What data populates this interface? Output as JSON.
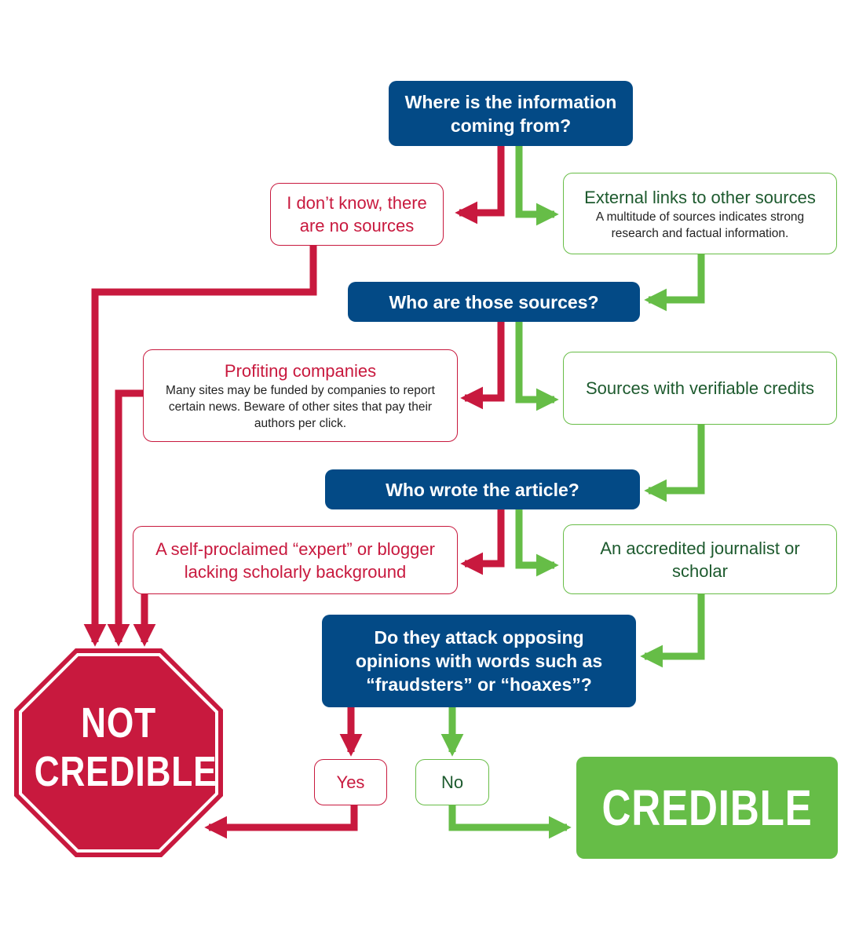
{
  "questions": {
    "q1": "Where is the information coming from?",
    "q2": "Who are those sources?",
    "q3": "Who wrote the article?",
    "q4": "Do they attack opposing opinions with words such as “fraudsters” or “hoaxes”?"
  },
  "negative": {
    "no_sources": "I don’t know, there are no sources",
    "profiting_title": "Profiting companies",
    "profiting_desc": "Many sites may be funded by companies to report certain news. Beware of other sites that pay their authors per click.",
    "self_proclaimed": "A self-proclaimed “expert” or blogger lacking scholarly background",
    "yes": "Yes"
  },
  "positive": {
    "external_title": "External links to other sources",
    "external_desc": "A multitude of sources indicates strong research and factual information.",
    "verifiable": "Sources with verifiable credits",
    "accredited": "An accredited journalist or scholar",
    "no": "No"
  },
  "outcomes": {
    "not_credible": "NOT CREDIBLE",
    "credible": "CREDIBLE"
  },
  "colors": {
    "navy": "#034a86",
    "red": "#c8193e",
    "green": "#66bd47",
    "dark_green_text": "#1d5a2e"
  }
}
